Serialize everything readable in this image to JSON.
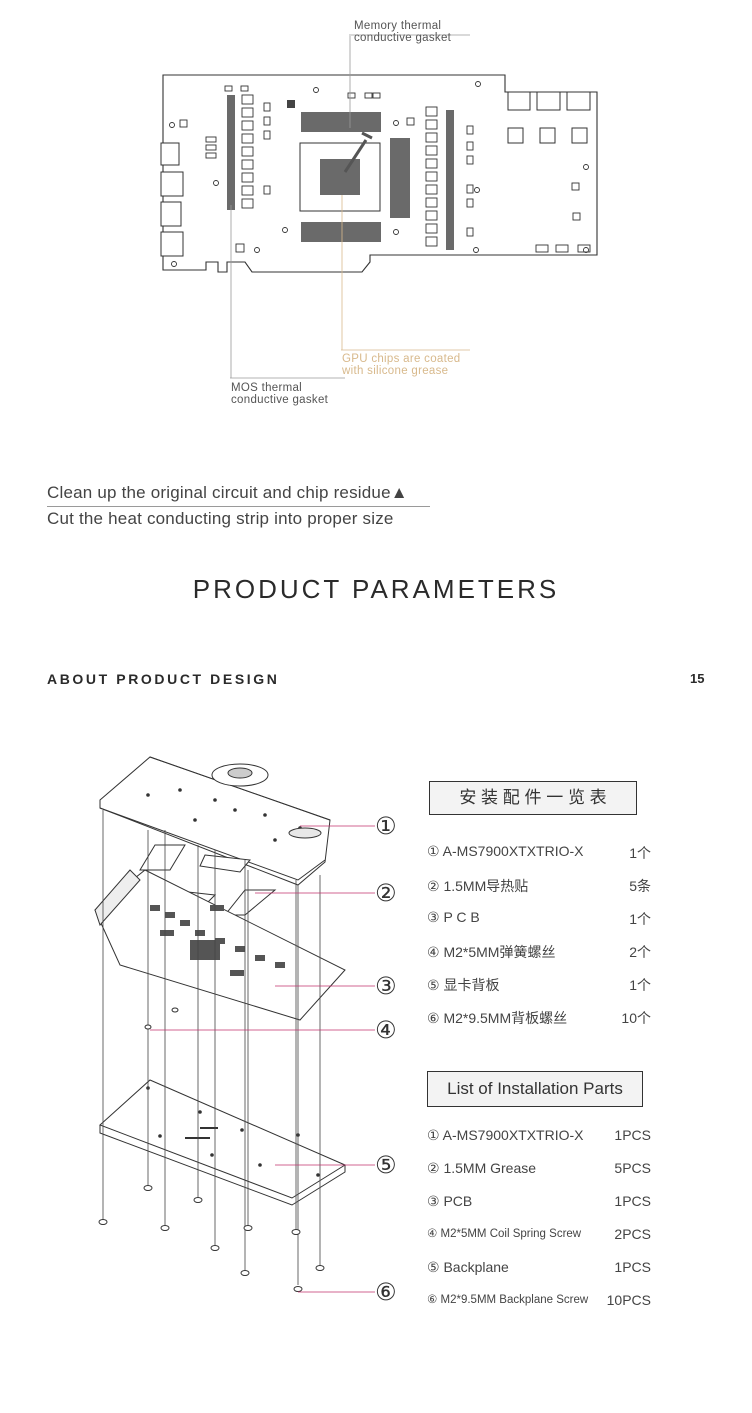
{
  "top_diagram": {
    "callout_memory": "Memory thermal\nconductive gasket",
    "callout_gpu": "GPU chips are coated\nwith silicone grease",
    "callout_mos": "MOS thermal\nconductive gasket"
  },
  "instructions": [
    "Clean up the original circuit and chip residue▲",
    "Cut the heat conducting strip into proper size"
  ],
  "heading": "PRODUCT PARAMETERS",
  "subheading": "ABOUT PRODUCT DESIGN",
  "page_number": "15",
  "callout_numbers": [
    "①",
    "②",
    "③",
    "④",
    "⑤",
    "⑥"
  ],
  "parts_cn": {
    "title": "安 装 配 件 一 览 表",
    "items": [
      {
        "name": "① A-MS7900XTXTRIO-X",
        "qty": "1个"
      },
      {
        "name": "② 1.5MM导热贴",
        "qty": "5条"
      },
      {
        "name": "③ P C B",
        "qty": "1个"
      },
      {
        "name": "④ M2*5MM弹簧螺丝",
        "qty": "2个"
      },
      {
        "name": "⑤ 显卡背板",
        "qty": "1个"
      },
      {
        "name": "⑥ M2*9.5MM背板螺丝",
        "qty": "10个"
      }
    ]
  },
  "parts_en": {
    "title": "List of Installation Parts",
    "items": [
      {
        "name": "① A-MS7900XTXTRIO-X",
        "qty": "1PCS"
      },
      {
        "name": "② 1.5MM Grease",
        "qty": "5PCS"
      },
      {
        "name": "③ PCB",
        "qty": "1PCS"
      },
      {
        "name": "④ M2*5MM Coil Spring Screw",
        "qty": "2PCS"
      },
      {
        "name": "⑤ Backplane",
        "qty": "1PCS"
      },
      {
        "name": "⑥ M2*9.5MM Backplane Screw",
        "qty": "10PCS"
      }
    ]
  },
  "colors": {
    "callout_line_gray": "#9a9a9a",
    "callout_line_gold": "#d8b98c",
    "leader_pink": "#c0336e",
    "pad_gray": "#6a6a6a"
  }
}
